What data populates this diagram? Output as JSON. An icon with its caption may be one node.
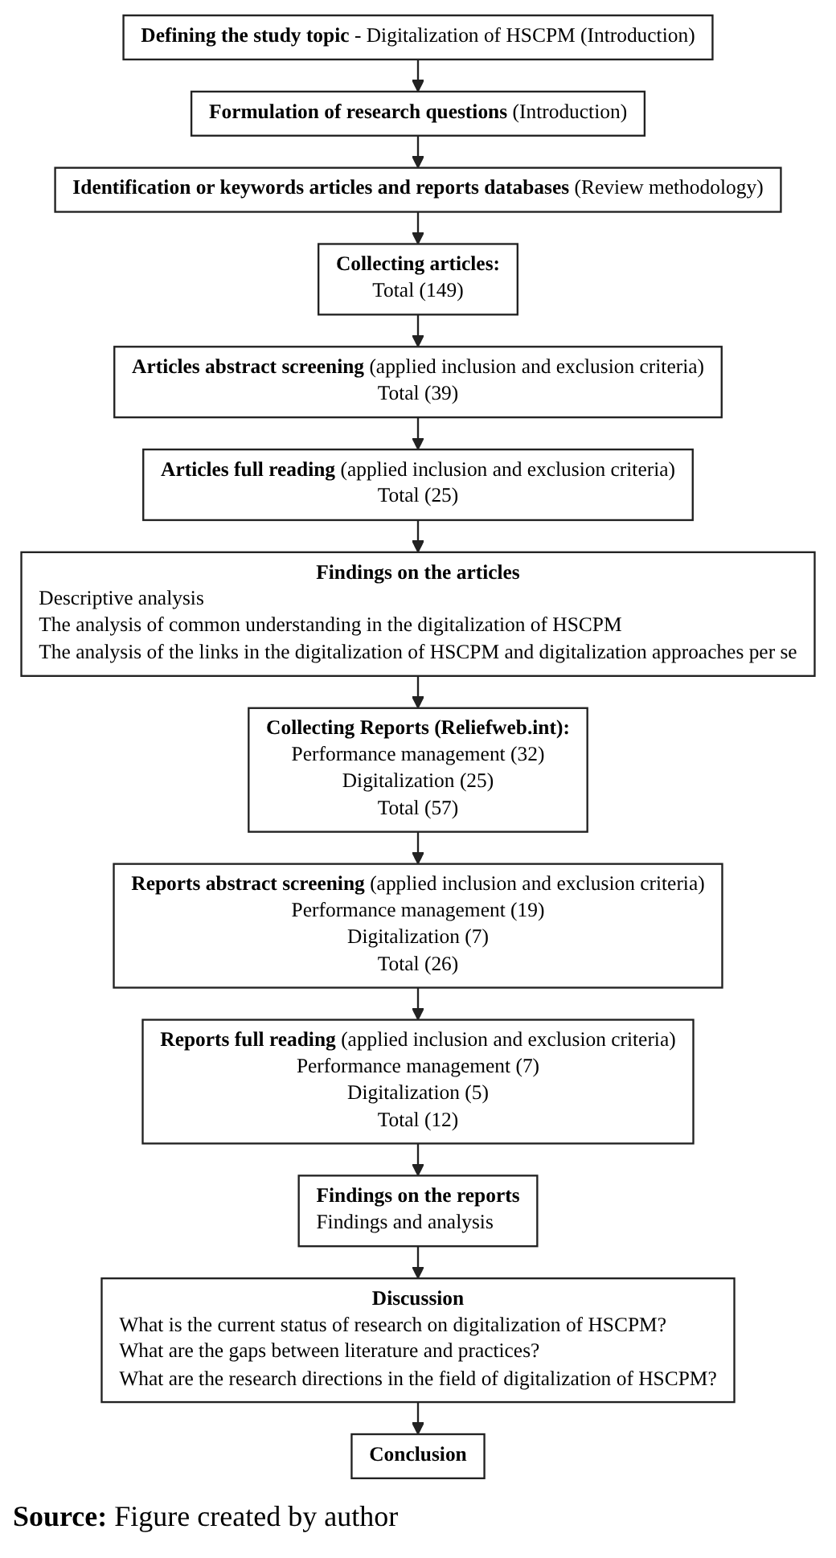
{
  "diagram": {
    "caption": "**Source:** Figure created by author",
    "nodes": [
      {
        "text": [
          "**Defining the study topic** - Digitalization of HSCPM (Introduction)"
        ]
      },
      {
        "text": [
          "**Formulation of research questions** (Introduction)"
        ]
      },
      {
        "text": [
          "**Identification or keywords articles and reports databases** (Review methodology)"
        ]
      },
      {
        "text": [
          "Collecting articles:",
          "Total (149)"
        ]
      },
      {
        "text": [
          "**Articles abstract screening** (applied inclusion and exclusion criteria)",
          "Total (39)"
        ]
      },
      {
        "text": [
          "**Articles full reading** (applied inclusion and exclusion criteria)",
          "Total (25)"
        ]
      },
      {
        "text": [
          "Findings on the articles",
          "Descriptive analysis",
          "The analysis of common understanding in the digitalization of HSCPM",
          "The analysis of the links in the digitalization of HSCPM and digitalization approaches per se"
        ]
      },
      {
        "text": [
          "Collecting Reports (Reliefweb.int):",
          "Performance management (32)",
          "Digitalization (25)",
          "Total (57)"
        ]
      },
      {
        "text": [
          "**Reports abstract screening** (applied inclusion and exclusion criteria)",
          "Performance management (19)",
          "Digitalization (7)",
          "Total (26)"
        ]
      },
      {
        "text": [
          "**Reports full reading** (applied inclusion and exclusion criteria)",
          "Performance management (7)",
          "Digitalization (5)",
          "Total (12)"
        ]
      },
      {
        "text": [
          "Findings on the reports",
          "Findings and analysis"
        ]
      },
      {
        "text": [
          "Discussion",
          "What is the current status of research on digitalization of HSCPM?",
          "What are the gaps between literature and practices?",
          "What are the research directions in the field of digitalization of HSCPM?"
        ]
      },
      {
        "text": [
          "Conclusion"
        ]
      }
    ],
    "edges": [
      {
        "from": 0,
        "to": 1,
        "arrow": "to"
      },
      {
        "from": 1,
        "to": 2,
        "arrow": "to"
      },
      {
        "from": 2,
        "to": 3,
        "arrow": "to"
      },
      {
        "from": 3,
        "to": 4,
        "arrow": "to"
      },
      {
        "from": 4,
        "to": 5,
        "arrow": "to"
      },
      {
        "from": 5,
        "to": 6,
        "arrow": "to"
      },
      {
        "from": 6,
        "to": 7,
        "arrow": "to"
      },
      {
        "from": 7,
        "to": 8,
        "arrow": "to"
      },
      {
        "from": 8,
        "to": 9,
        "arrow": "to"
      },
      {
        "from": 9,
        "to": 10,
        "arrow": "to"
      },
      {
        "from": 10,
        "to": 11,
        "arrow": "to"
      },
      {
        "from": 11,
        "to": 12,
        "arrow": "to"
      }
    ]
  }
}
